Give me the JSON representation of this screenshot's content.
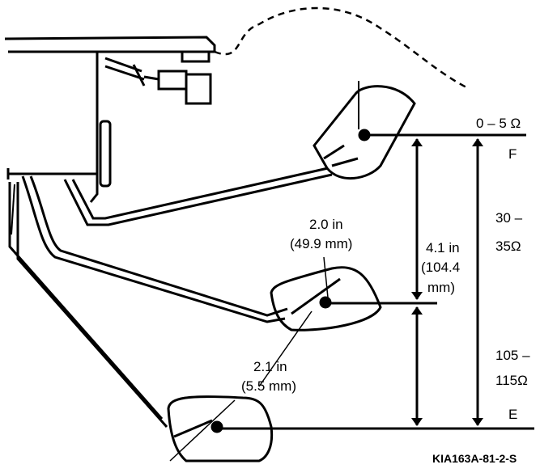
{
  "labels": {
    "resistance_full": "0 – 5 Ω",
    "marker_full": "F",
    "resistance_mid_line1": "30 –",
    "resistance_mid_line2": "35Ω",
    "resistance_empty_line1": "105 –",
    "resistance_empty_line2": "115Ω",
    "marker_empty": "E",
    "upper_travel_in": "2.0 in",
    "upper_travel_mm": "(49.9 mm)",
    "total_travel_in": "4.1 in",
    "total_travel_mm_1": "(104.4",
    "total_travel_mm_2": "mm)",
    "lower_travel_in": "2.1 in",
    "lower_travel_mm": "(5.5 mm)",
    "figure_code": "KIA163A-81-2-S"
  },
  "colors": {
    "ink": "#000000",
    "paper": "#ffffff"
  }
}
